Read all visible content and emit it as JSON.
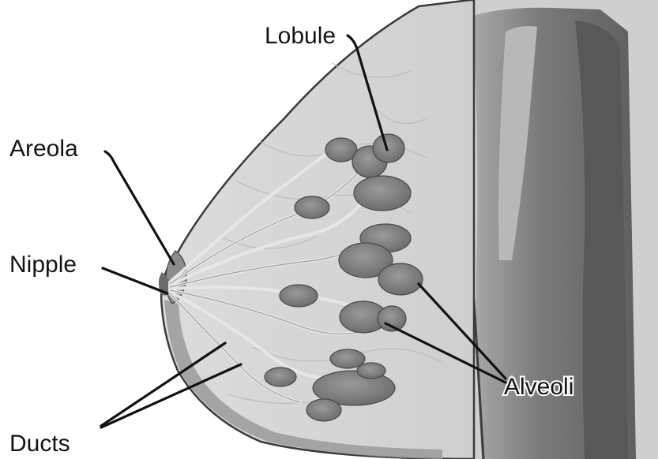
{
  "diagram": {
    "labels": {
      "lobule": "Lobule",
      "areola": "Areola",
      "nipple": "Nipple",
      "alveoli": "Alveoli",
      "ducts": "Ducts"
    }
  }
}
